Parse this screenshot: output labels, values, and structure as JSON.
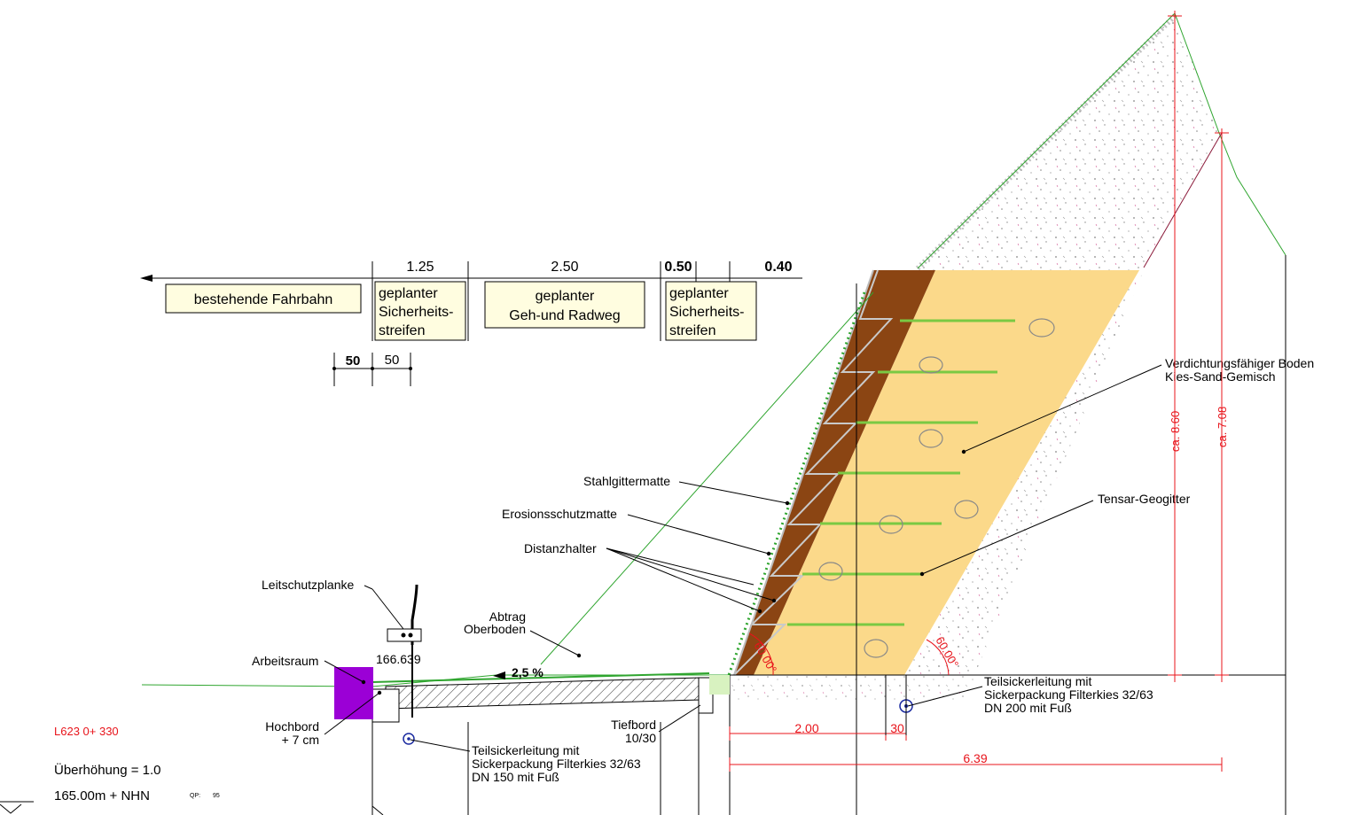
{
  "colors": {
    "embankment_fill": "#fbd98a",
    "topsoil": "#8b4513",
    "geogrid": "#7ac943",
    "ground_line": "#2fa52f",
    "dimension_red": "#e8141b",
    "label_box": "#fffde0",
    "workspace": "#9b00d6",
    "slope_line": "#8b1a3a"
  },
  "widths": {
    "existing_road": "bestehende Fahrbahn",
    "safety_strip_width": "1.25",
    "safety_strip_1": [
      "geplanter",
      "Sicherheits-",
      "streifen"
    ],
    "path_width": "2.50",
    "path": [
      "geplanter",
      "Geh-und Radweg"
    ],
    "safety_strip_2_width": "0.50",
    "safety_strip_2": [
      "geplanter",
      "Sicherheits-",
      "streifen"
    ],
    "offset_width": "0.40",
    "sub_dim_a": "50",
    "sub_dim_b": "50"
  },
  "labels": {
    "soil": [
      "Verdichtungsfähiger Boden",
      "Kies-Sand-Gemisch"
    ],
    "geogrid": "Tensar-Geogitter",
    "steel_mesh": "Stahlgittermatte",
    "erosion_mat": "Erosionsschutzmatte",
    "spacer": "Distanzhalter",
    "guardrail": "Leitschutzplanke",
    "guardrail_height": "166.639",
    "topsoil_removal": [
      "Abtrag",
      "Oberboden"
    ],
    "workspace": "Arbeitsraum",
    "slope": "2,5 %",
    "high_curb": [
      "Hochbord",
      "+ 7 cm"
    ],
    "low_curb": [
      "Tiefbord",
      "10/30"
    ],
    "drain_small": [
      "Teilsickerleitung mit",
      "Sickerpackung Filterkies 32/63",
      "DN 150 mit Fuß"
    ],
    "drain_large": [
      "Teilsickerleitung mit",
      "Sickerpackung Filterkies 32/63",
      "DN 200 mit Fuß"
    ],
    "angle_left": "60.00°",
    "angle_right": "60.00°"
  },
  "dimensions": {
    "height_total": "ca. 8.60",
    "height_wall": "ca. 7.08",
    "base_width": "2.00",
    "base_offset": "30",
    "total_width": "6.39"
  },
  "info": {
    "station": "L623 0+ 330",
    "superelevation": "Überhöhung = 1.0",
    "datum": "165.00m + NHN",
    "qp_label": "QP:",
    "qp_value": "95"
  }
}
